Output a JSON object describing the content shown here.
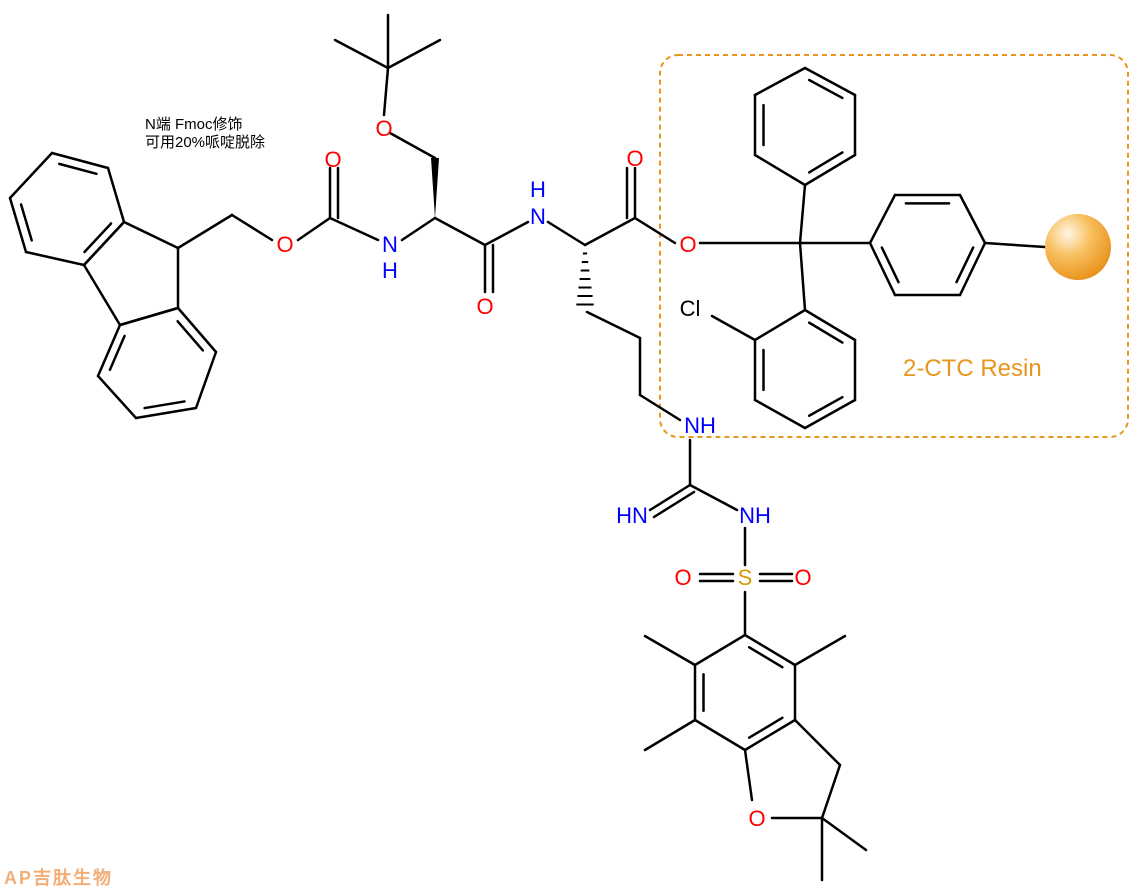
{
  "annotation": {
    "line1": "N端 Fmoc修饰",
    "line2": "可用20%哌啶脱除"
  },
  "resin_label": "2-CTC Resin",
  "watermark": "AP吉肽生物",
  "colors": {
    "oxygen": "#ff0000",
    "nitrogen": "#0000ff",
    "sulfur": "#d49a00",
    "resin": "#e8961e",
    "bead": "#f5a623"
  },
  "atoms": [
    {
      "label": "O",
      "element": "O"
    },
    {
      "label": "O",
      "element": "O"
    },
    {
      "label": "N",
      "element": "N"
    },
    {
      "label": "H",
      "element": "N"
    },
    {
      "label": "O",
      "element": "O"
    },
    {
      "label": "O",
      "element": "O"
    },
    {
      "label": "H",
      "element": "N"
    },
    {
      "label": "N",
      "element": "N"
    },
    {
      "label": "O",
      "element": "O"
    },
    {
      "label": "O",
      "element": "O"
    },
    {
      "label": "NH",
      "element": "N"
    },
    {
      "label": "HN",
      "element": "N"
    },
    {
      "label": "NH",
      "element": "N"
    },
    {
      "label": "S",
      "element": "S"
    },
    {
      "label": "O",
      "element": "O"
    },
    {
      "label": "O",
      "element": "O"
    },
    {
      "label": "O",
      "element": "O"
    },
    {
      "label": "Cl",
      "element": "Cl"
    }
  ]
}
